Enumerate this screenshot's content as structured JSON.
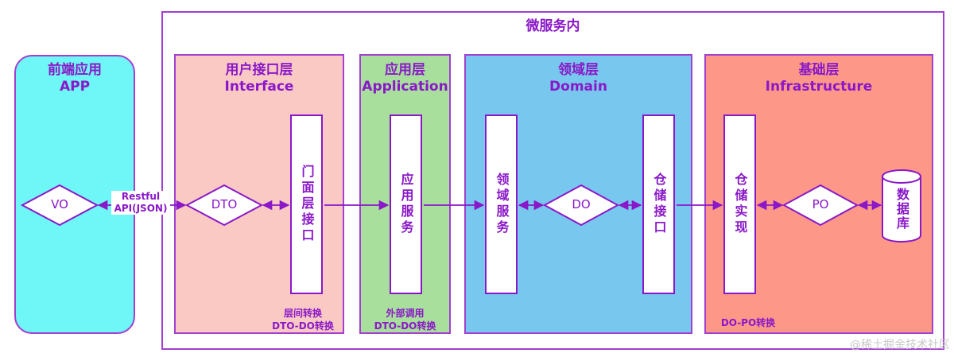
{
  "microservice": {
    "title": "微服务内"
  },
  "frontend": {
    "title_cn": "前端应用",
    "title_en": "APP",
    "vo": "VO"
  },
  "api_label": {
    "line1": "Restful",
    "line2": "API(JSON)"
  },
  "interface_layer": {
    "title_cn": "用户接口层",
    "title_en": "Interface",
    "dto": "DTO",
    "bar": "门面层接口",
    "note1": "层间转换",
    "note2": "DTO-DO转换"
  },
  "application_layer": {
    "title_cn": "应用层",
    "title_en": "Application",
    "bar": "应用服务",
    "note1": "外部调用",
    "note2": "DTO-DO转换"
  },
  "domain_layer": {
    "title_cn": "领域层",
    "title_en": "Domain",
    "bar_left": "领域服务",
    "do": "DO",
    "bar_right": "仓储接口"
  },
  "infrastructure_layer": {
    "title_cn": "基础层",
    "title_en": "Infrastructure",
    "bar": "仓储实现",
    "po": "PO",
    "db": "数据库",
    "note": "DO-PO转换"
  },
  "watermark": "@稀土掘金技术社区",
  "colors": {
    "accent": "#8a18c8",
    "frontend_bg": "#6ff6f6",
    "interface_bg": "#fbc9c4",
    "application_bg": "#a8df9d",
    "domain_bg": "#78c7ee",
    "infrastructure_bg": "#fd9889"
  }
}
